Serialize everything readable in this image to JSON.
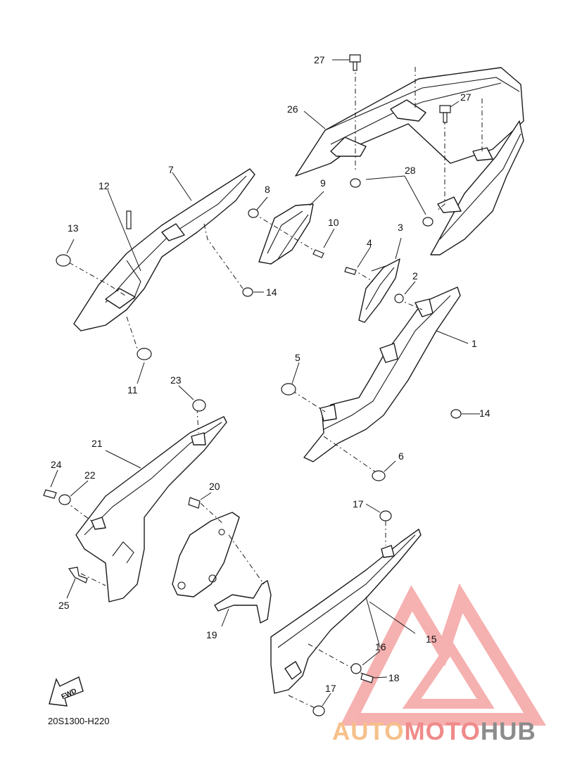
{
  "diagram_code": "20S1300-H220",
  "fwd_label": "FWD",
  "watermark": {
    "part1": "AUTO",
    "part2": "MOTO",
    "part3": "HUB"
  },
  "callouts": [
    {
      "id": "c1",
      "text": "1"
    },
    {
      "id": "c2",
      "text": "2"
    },
    {
      "id": "c3",
      "text": "3"
    },
    {
      "id": "c4",
      "text": "4"
    },
    {
      "id": "c5",
      "text": "5"
    },
    {
      "id": "c6",
      "text": "6"
    },
    {
      "id": "c7",
      "text": "7"
    },
    {
      "id": "c8",
      "text": "8"
    },
    {
      "id": "c9",
      "text": "9"
    },
    {
      "id": "c10",
      "text": "10"
    },
    {
      "id": "c11",
      "text": "11"
    },
    {
      "id": "c12",
      "text": "12"
    },
    {
      "id": "c13",
      "text": "13"
    },
    {
      "id": "c14a",
      "text": "14"
    },
    {
      "id": "c14b",
      "text": "14"
    },
    {
      "id": "c15",
      "text": "15"
    },
    {
      "id": "c16",
      "text": "16"
    },
    {
      "id": "c17a",
      "text": "17"
    },
    {
      "id": "c17b",
      "text": "17"
    },
    {
      "id": "c18",
      "text": "18"
    },
    {
      "id": "c19",
      "text": "19"
    },
    {
      "id": "c20",
      "text": "20"
    },
    {
      "id": "c21",
      "text": "21"
    },
    {
      "id": "c22",
      "text": "22"
    },
    {
      "id": "c23",
      "text": "23"
    },
    {
      "id": "c24",
      "text": "24"
    },
    {
      "id": "c25",
      "text": "25"
    },
    {
      "id": "c26",
      "text": "26"
    },
    {
      "id": "c27a",
      "text": "27"
    },
    {
      "id": "c27b",
      "text": "27"
    },
    {
      "id": "c28",
      "text": "28"
    }
  ],
  "colors": {
    "watermark_triangle": "#f4a3a3",
    "line": "#1a1a1a"
  }
}
